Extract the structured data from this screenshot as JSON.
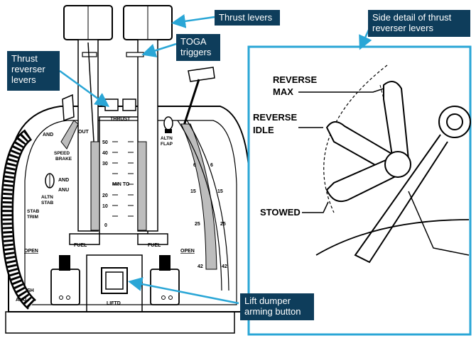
{
  "callouts": {
    "thrust_levers": "Thrust levers",
    "toga_triggers": "TOGA\ntriggers",
    "thrust_reverser_levers": "Thrust\nreverser\nlevers",
    "side_detail": "Side detail of thrust\nreverser levers",
    "lift_dumper": "Lift dumper\narming button"
  },
  "detail_labels": {
    "reverse_max": "REVERSE\nMAX",
    "reverse_idle": "REVERSE\nIDLE",
    "stowed": "STOWED"
  },
  "panel_labels": {
    "thrust": "THRUST",
    "and_top": "AND",
    "out": "OUT",
    "speed_brake": "SPEED\nBRAKE",
    "and_mid": "AND",
    "anu_mid": "ANU",
    "altn_stab": "ALTN\nSTAB",
    "stab_trim": "STAB\nTRIM",
    "altn_flap": "ALTN\nFLAP",
    "min_to": "MIN TO",
    "scale_ticks": [
      "50",
      "40",
      "30",
      "20",
      "10",
      "0"
    ],
    "flap_marks_left": [
      "6",
      "15",
      "25",
      "42"
    ],
    "flap_marks_right": [
      "6",
      "15",
      "25",
      "42"
    ],
    "fuel_left": "FUEL",
    "fuel_right": "FUEL",
    "open_left": "OPEN",
    "open_right": "OPEN",
    "sh": "SH",
    "anu_bottom": "ANU",
    "lift_d": "LIFTD"
  },
  "colors": {
    "callout_bg": "#0e3d5b",
    "arrow": "#2aa6d6",
    "line": "#000000",
    "fill_gray": "#bdbdbd"
  }
}
